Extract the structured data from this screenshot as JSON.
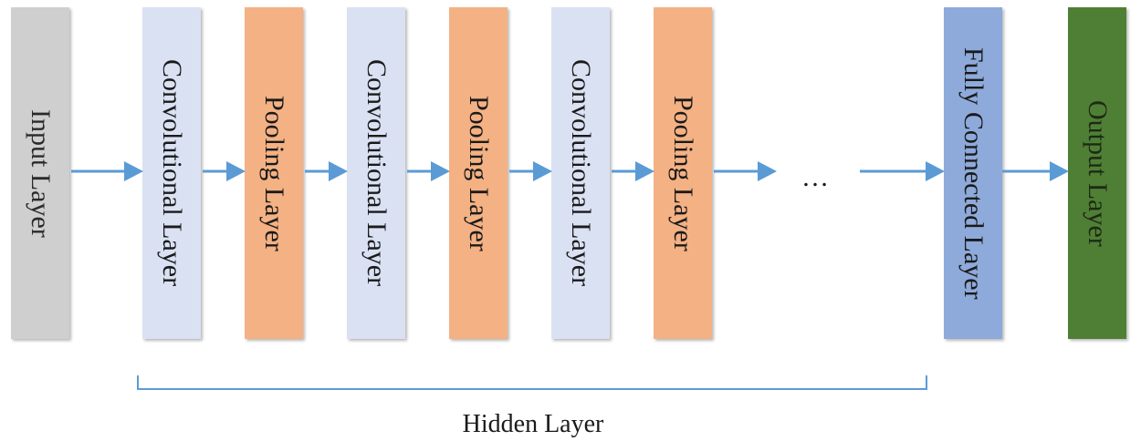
{
  "layers": [
    {
      "label": "Input Layer",
      "kind": "input",
      "color": "#cfcfcf"
    },
    {
      "label": "Convolutional Layer",
      "kind": "conv",
      "color": "#dae1f3"
    },
    {
      "label": "Pooling Layer",
      "kind": "pool",
      "color": "#f4b183"
    },
    {
      "label": "Convolutional Layer",
      "kind": "conv",
      "color": "#dae1f3"
    },
    {
      "label": "Pooling Layer",
      "kind": "pool",
      "color": "#f4b183"
    },
    {
      "label": "Convolutional Layer",
      "kind": "conv",
      "color": "#dae1f3"
    },
    {
      "label": "Pooling Layer",
      "kind": "pool",
      "color": "#f4b183"
    },
    {
      "label": "Fully Connected Layer",
      "kind": "fc",
      "color": "#8eaadb"
    },
    {
      "label": "Output Layer",
      "kind": "output",
      "color": "#4f7f35"
    }
  ],
  "ellipsis": "…",
  "group": {
    "label": "Hidden Layer",
    "color": "#5b9bd5"
  },
  "arrow_color": "#5b9bd5"
}
